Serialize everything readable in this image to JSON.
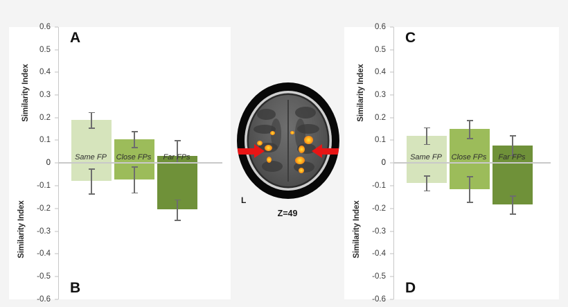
{
  "figure": {
    "background_color": "#f4f4f4",
    "panel_background": "#ffffff"
  },
  "colors": {
    "bar_same_fp": "#d6e4bc",
    "bar_close_fps": "#9cbc5a",
    "bar_far_fps": "#6f9139",
    "error_bar": "#6d6d6d",
    "axis": "#c9c9c9",
    "arrow": "#e81515"
  },
  "categories": [
    "Same FP",
    "Close FPs",
    "Far FPs"
  ],
  "axis_labels": {
    "y_title": "Similarity Index",
    "positive_ticks": [
      "0.6",
      "0.5",
      "0.4",
      "0.3",
      "0.2",
      "0.1",
      "0"
    ],
    "negative_ticks": [
      "0",
      "-0.1",
      "-0.2",
      "-0.3",
      "-0.4",
      "-0.5",
      "-0.6"
    ]
  },
  "brain": {
    "hemisphere_label": "L",
    "slice_label": "Z=49",
    "arrow_count": 2
  },
  "panels": [
    {
      "id": "A",
      "letter": "A",
      "letter_position": "top-left"
    },
    {
      "id": "B",
      "letter": "B",
      "letter_position": "bottom-left"
    },
    {
      "id": "C",
      "letter": "C",
      "letter_position": "top-left"
    },
    {
      "id": "D",
      "letter": "D",
      "letter_position": "bottom-left"
    }
  ],
  "chart_data": [
    {
      "id": "A",
      "type": "bar",
      "title": "A",
      "xlabel": "",
      "ylabel": "Similarity Index",
      "categories": [
        "Same FP",
        "Close FPs",
        "Far FPs"
      ],
      "values": [
        0.19,
        0.105,
        0.03
      ],
      "errors": [
        0.035,
        0.035,
        0.07
      ],
      "ylim": [
        0,
        0.6
      ],
      "yticks": [
        0,
        0.1,
        0.2,
        0.3,
        0.4,
        0.5,
        0.6
      ],
      "grid": false,
      "legend": "none"
    },
    {
      "id": "B",
      "type": "bar",
      "title": "B",
      "xlabel": "",
      "ylabel": "Similarity Index",
      "categories": [
        "Same FP",
        "Close FPs",
        "Far FPs"
      ],
      "values": [
        -0.08,
        -0.073,
        -0.205
      ],
      "errors": [
        0.055,
        0.057,
        0.045
      ],
      "ylim": [
        -0.6,
        0
      ],
      "yticks": [
        0,
        -0.1,
        -0.2,
        -0.3,
        -0.4,
        -0.5,
        -0.6
      ],
      "grid": false,
      "legend": "none"
    },
    {
      "id": "C",
      "type": "bar",
      "title": "C",
      "xlabel": "",
      "ylabel": "Similarity Index",
      "categories": [
        "Same FP",
        "Close FPs",
        "Far FPs"
      ],
      "values": [
        0.12,
        0.15,
        0.078
      ],
      "errors": [
        0.037,
        0.04,
        0.043
      ],
      "ylim": [
        0,
        0.6
      ],
      "yticks": [
        0,
        0.1,
        0.2,
        0.3,
        0.4,
        0.5,
        0.6
      ],
      "grid": false,
      "legend": "none"
    },
    {
      "id": "D",
      "type": "bar",
      "title": "D",
      "xlabel": "",
      "ylabel": "Similarity Index",
      "categories": [
        "Same FP",
        "Close FPs",
        "Far FPs"
      ],
      "values": [
        -0.088,
        -0.115,
        -0.183
      ],
      "errors": [
        0.033,
        0.056,
        0.04
      ],
      "ylim": [
        -0.6,
        0
      ],
      "yticks": [
        0,
        -0.1,
        -0.2,
        -0.3,
        -0.4,
        -0.5,
        -0.6
      ],
      "grid": false,
      "legend": "none"
    }
  ]
}
